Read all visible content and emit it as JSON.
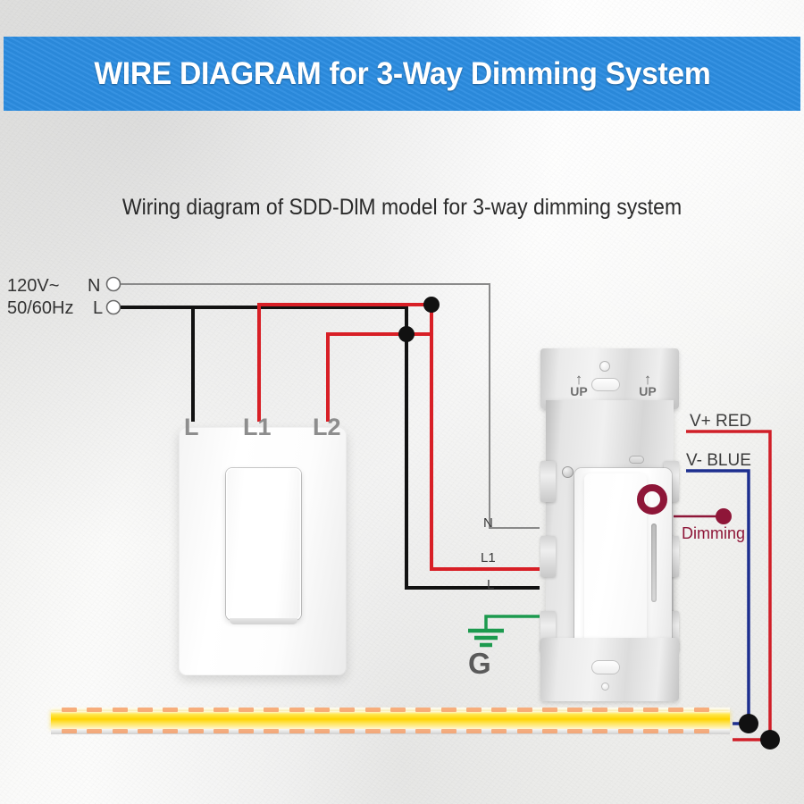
{
  "header": {
    "title": "WIRE DIAGRAM for 3-Way Dimming System",
    "bar_color": "#2b8ce0",
    "title_color": "#ffffff"
  },
  "subtitle": "Wiring diagram of SDD-DlM model for 3-way dimming system",
  "source": {
    "voltage": "120V~",
    "frequency": "50/60Hz",
    "terminal_neutral": "N",
    "terminal_line": "L"
  },
  "switch_left": {
    "name": "3-way mechanical switch",
    "terminals": [
      {
        "label": "L",
        "wire_color": "#111111"
      },
      {
        "label": "L1",
        "wire_color": "#d81f26"
      },
      {
        "label": "L2",
        "wire_color": "#d81f26"
      }
    ]
  },
  "dimmer": {
    "name": "SDD-DlM dimmer",
    "up_left": "UP",
    "up_right": "UP",
    "arrow_glyph": "↑",
    "wire_labels": [
      {
        "label": "N",
        "color": "#7d7d7d"
      },
      {
        "label": "L1",
        "color": "#d81f26"
      },
      {
        "label": "L",
        "color": "#111111"
      }
    ],
    "output_labels": [
      {
        "label": "V+ RED",
        "color": "#d01f28"
      },
      {
        "label": "V- BLUE",
        "color": "#1d2f8f"
      }
    ],
    "callout": {
      "label": "Dimming",
      "color": "#8e1638"
    }
  },
  "ground": {
    "label": "G",
    "color": "#1c9a4e"
  },
  "colors": {
    "wire_black": "#111111",
    "wire_red": "#d81f26",
    "wire_gray": "#8a8a8a",
    "wire_blue": "#1d2f8f",
    "wire_green": "#1c9a4e",
    "accent_dark_red": "#8e1638",
    "led_yellow": "#ffd400"
  },
  "led_strip": {
    "name": "COB LED strip light",
    "color": "#ffd400",
    "segment_count": 26
  }
}
